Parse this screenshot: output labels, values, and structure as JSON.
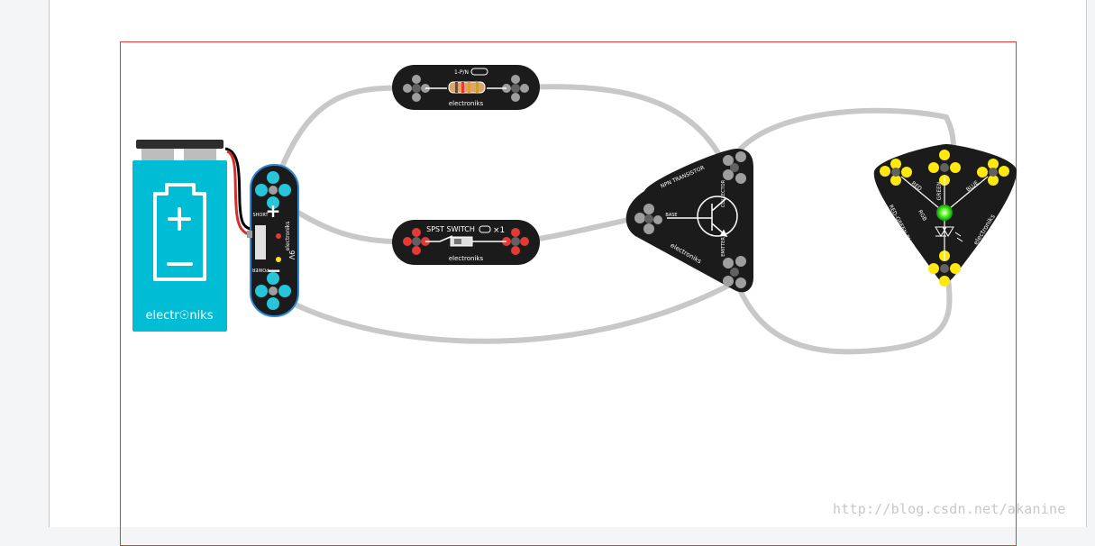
{
  "battery": {
    "brand": "electr☉niks"
  },
  "battery_board": {
    "plus_label": "+",
    "minus_label": "−",
    "volts": "9V",
    "brand": "electroniks",
    "short_label": "SHORT",
    "power_label": "POWER"
  },
  "resistor": {
    "title": "1-P/N",
    "brand": "electroniks"
  },
  "switch": {
    "title": "SPST SWITCH",
    "count": "×1",
    "brand": "electroniks"
  },
  "transistor": {
    "title": "NPN TRANSISTOR",
    "base": "BASE",
    "collector": "COLLECTOR",
    "emitter": "EMITTER",
    "brand": "electroniks"
  },
  "led": {
    "title": "RED-GREEN-BLUE LED",
    "red": "RED",
    "green": "GREEN",
    "blue": "BLUE",
    "rgb": "RGB",
    "brand": "electroniks"
  },
  "watermark": "http://blog.csdn.net/akanine",
  "colors": {
    "wire": "#c8c8c8",
    "board": "#1b1b1b",
    "battery": "#00bcd4",
    "pad_cyan": "#26c6da",
    "pad_red": "#e53935",
    "pad_yellow": "#fde910",
    "led_glow": "#39ff14",
    "frame": "#e53935"
  }
}
